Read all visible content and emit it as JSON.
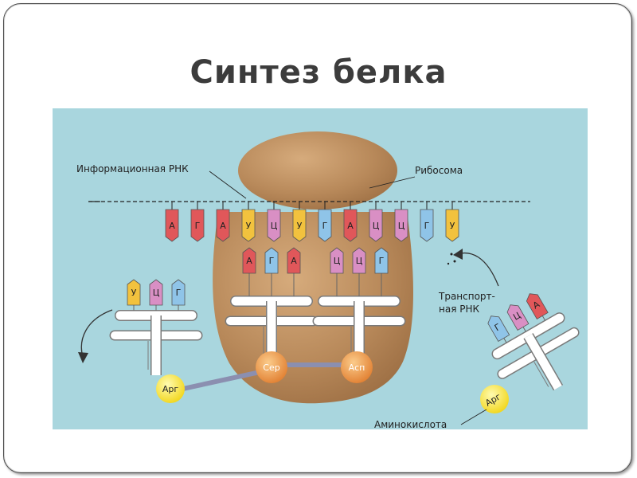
{
  "slide": {
    "title": "Синтез белка"
  },
  "diagram": {
    "labels": {
      "mrna": "Информационная РНК",
      "ribosome": "Рибосома",
      "trna": [
        "Транспорт-",
        "ная РНК"
      ],
      "amino_acid": "Аминокислота"
    },
    "mrna_codons": [
      {
        "letter": "А",
        "color": "#e0575a"
      },
      {
        "letter": "Г",
        "color": "#e0575a"
      },
      {
        "letter": "А",
        "color": "#e0575a"
      },
      {
        "letter": "У",
        "color": "#f2c23e"
      },
      {
        "letter": "Ц",
        "color": "#d98fc4"
      },
      {
        "letter": "У",
        "color": "#f2c23e"
      },
      {
        "letter": "Г",
        "color": "#8fc4e8"
      },
      {
        "letter": "А",
        "color": "#e0575a"
      },
      {
        "letter": "Ц",
        "color": "#d98fc4"
      },
      {
        "letter": "Ц",
        "color": "#d98fc4"
      },
      {
        "letter": "Г",
        "color": "#8fc4e8"
      },
      {
        "letter": "У",
        "color": "#f2c23e"
      }
    ],
    "anticodons_left": [
      {
        "letter": "У",
        "color": "#f2c23e"
      },
      {
        "letter": "Ц",
        "color": "#d98fc4"
      },
      {
        "letter": "Г",
        "color": "#8fc4e8"
      }
    ],
    "anticodons_mid1": [
      {
        "letter": "А",
        "color": "#e0575a"
      },
      {
        "letter": "Г",
        "color": "#8fc4e8"
      },
      {
        "letter": "А",
        "color": "#e0575a"
      }
    ],
    "anticodons_mid2": [
      {
        "letter": "Ц",
        "color": "#d98fc4"
      },
      {
        "letter": "Ц",
        "color": "#d98fc4"
      },
      {
        "letter": "Г",
        "color": "#8fc4e8"
      }
    ],
    "anticodons_right": [
      {
        "letter": "Г",
        "color": "#8fc4e8"
      },
      {
        "letter": "Ц",
        "color": "#d98fc4"
      },
      {
        "letter": "А",
        "color": "#e0575a"
      }
    ],
    "amino_acids": {
      "left": "Арг",
      "ser": "Сер",
      "asp": "Асп",
      "right": "Арг"
    },
    "colors": {
      "background": "#a9d6de",
      "ribosome": "#b8895a",
      "amino_ball": "#f4e13a",
      "amino_ball_orange": "#e99a4c"
    }
  }
}
